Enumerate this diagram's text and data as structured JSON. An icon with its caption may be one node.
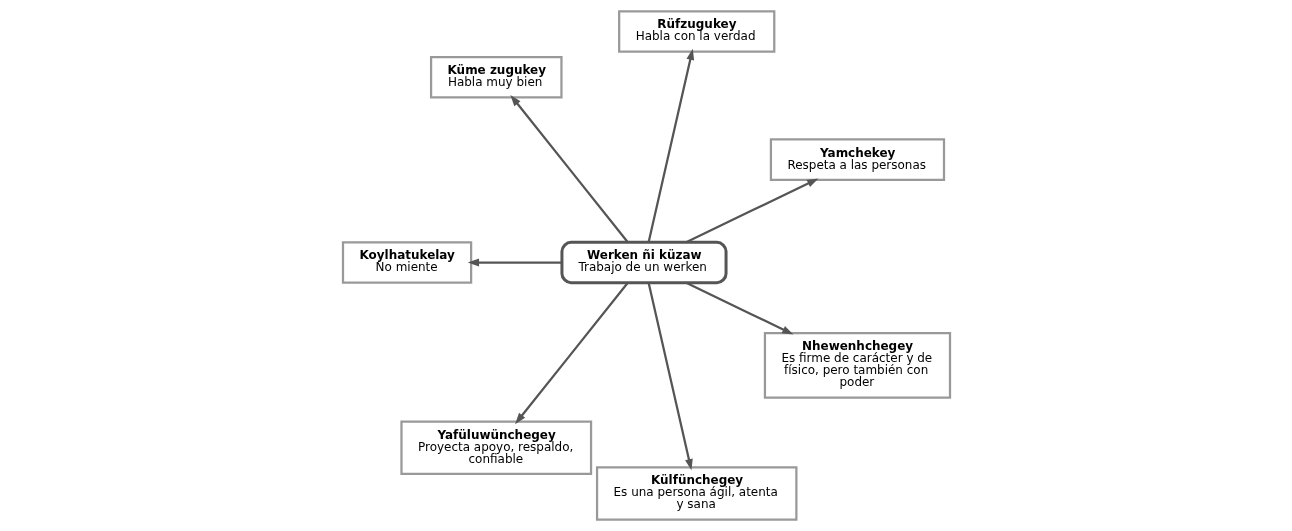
{
  "diagram": {
    "nodes": [
      {
        "text": [
          "Werken ñi küzaw",
          "Trabajo de un werken"
        ]
      },
      {
        "text": [
          "Yamchekey",
          "Respeta a las personas"
        ]
      },
      {
        "text": [
          "Rüfzugukey",
          "Habla con la verdad"
        ]
      },
      {
        "text": [
          "Küme zugukey",
          "Habla muy bien"
        ]
      },
      {
        "text": [
          "Koylhatukelay",
          "No miente"
        ]
      },
      {
        "text": [
          "Yafüluwünchegey",
          "Proyecta apoyo, respaldo, confiable"
        ]
      },
      {
        "text": [
          "Külfünchegey",
          "Es una persona ágil, atenta y sana"
        ]
      },
      {
        "text": [
          "Nhewenhchegey",
          "Es firme de carácter y de físico, pero también con poder"
        ]
      }
    ],
    "edges": [
      {
        "from": 0,
        "to": 1,
        "arrow": "to"
      },
      {
        "from": 0,
        "to": 2,
        "arrow": "to"
      },
      {
        "from": 0,
        "to": 3,
        "arrow": "to"
      },
      {
        "from": 0,
        "to": 4,
        "arrow": "to"
      },
      {
        "from": 0,
        "to": 5,
        "arrow": "to"
      },
      {
        "from": 0,
        "to": 6,
        "arrow": "to"
      },
      {
        "from": 0,
        "to": 7,
        "arrow": "to"
      }
    ]
  }
}
